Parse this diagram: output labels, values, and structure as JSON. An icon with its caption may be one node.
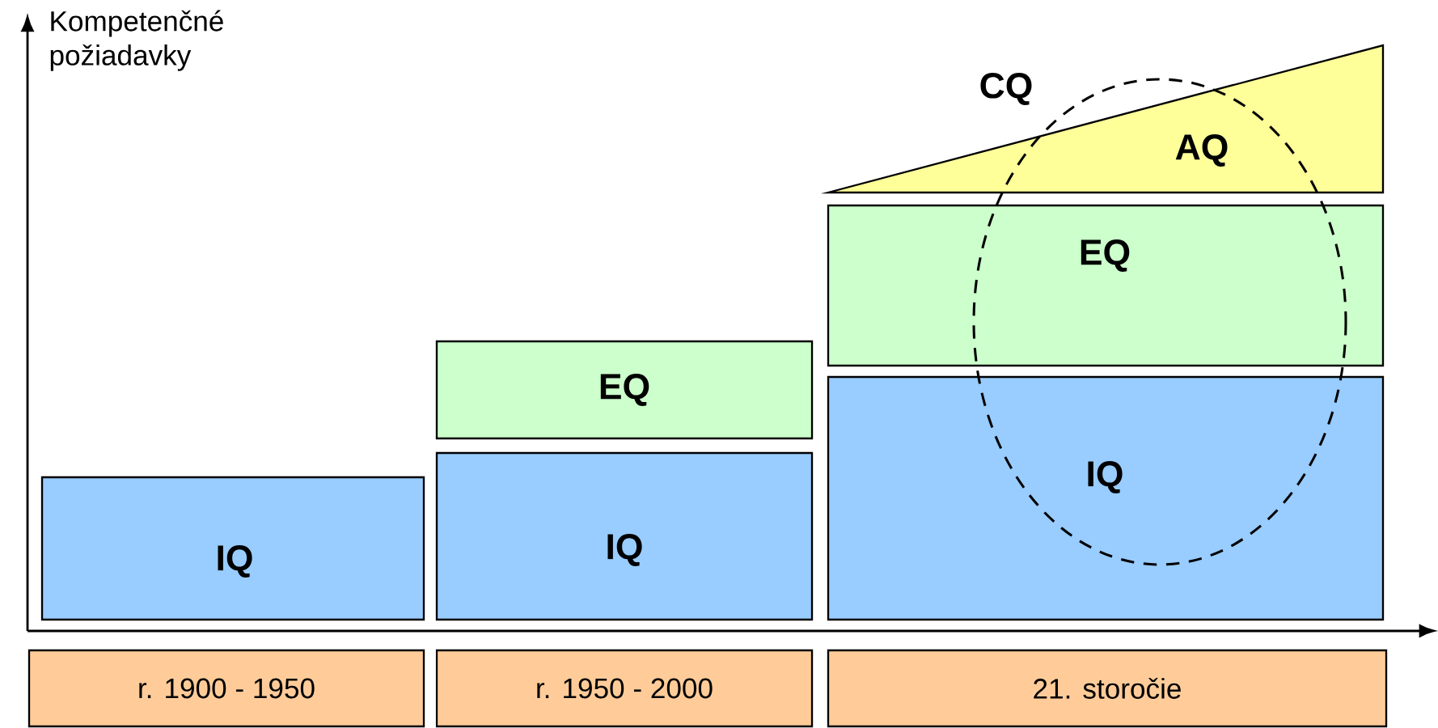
{
  "diagram": {
    "nodes": [
      {
        "text": [
          "IQ"
        ]
      },
      {
        "text": [
          "IQ"
        ]
      },
      {
        "text": [
          "EQ"
        ]
      },
      {
        "text": [
          "IQ"
        ]
      },
      {
        "text": [
          "EQ"
        ]
      },
      {
        "text": [
          "AQ"
        ]
      },
      {
        "text": [
          "r. 1900 - 1950"
        ]
      },
      {
        "text": [
          "r. 1950 - 2000"
        ]
      },
      {
        "text": [
          "21. storočie"
        ]
      }
    ],
    "edges": [],
    "labels": [
      "Kompetenčné požiadavky",
      "CQ"
    ]
  }
}
